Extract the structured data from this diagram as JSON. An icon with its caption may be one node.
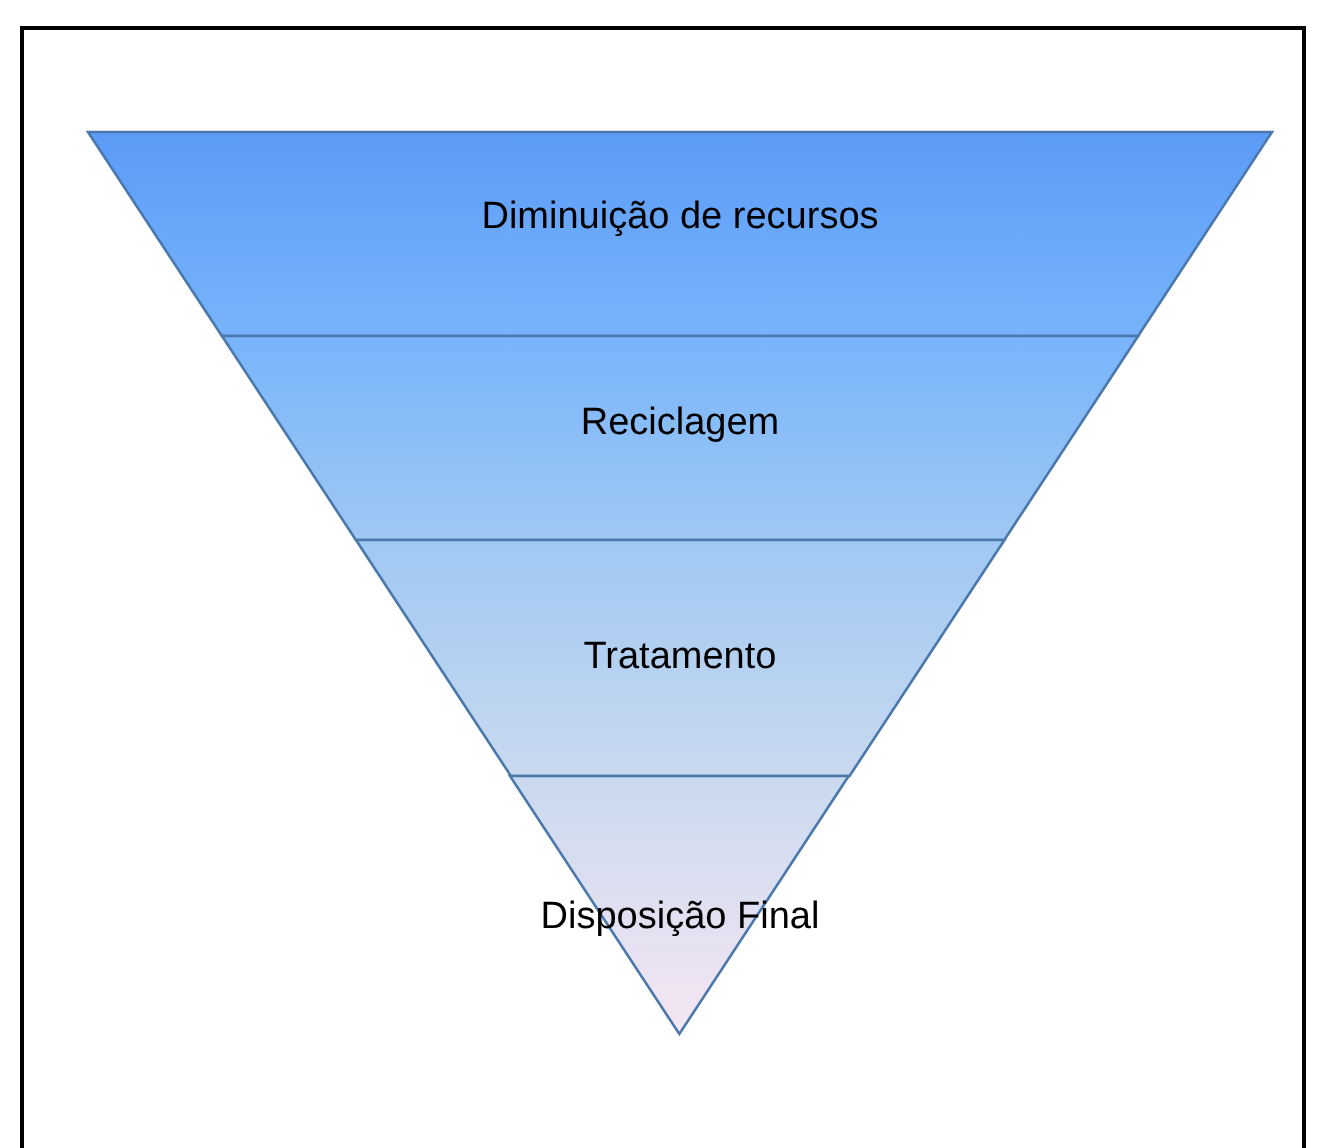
{
  "diagram": {
    "nodes": [
      {
        "text": [
          "Diminuição de recursos"
        ]
      },
      {
        "text": [
          "Reciclagem"
        ]
      },
      {
        "text": [
          "Tratamento"
        ]
      },
      {
        "text": [
          "Disposição Final"
        ]
      }
    ]
  }
}
